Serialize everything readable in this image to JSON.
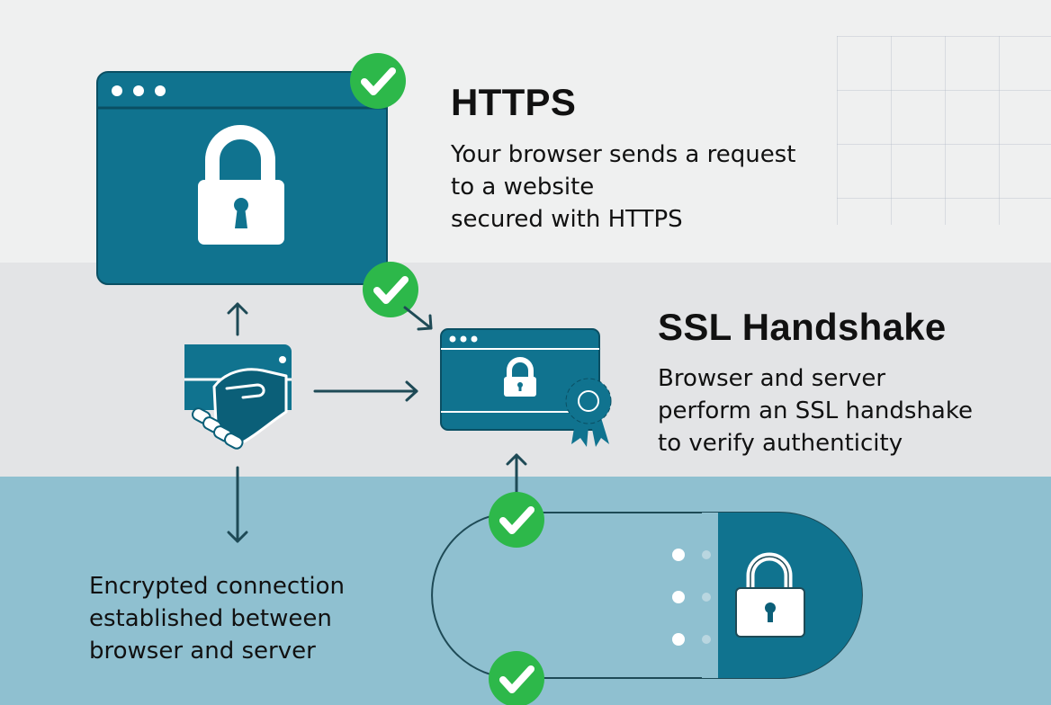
{
  "https": {
    "title": "HTTPS",
    "lines": [
      "Your browser sends a request",
      "to a website",
      "secured with HTTPS"
    ]
  },
  "handshake": {
    "title": "SSL Handshake",
    "lines": [
      "Browser and server",
      "perform an SSL handshake",
      "to verify authenticity"
    ]
  },
  "encrypted": {
    "lines": [
      "Encrypted connection",
      "established between",
      "browser and server"
    ]
  },
  "colors": {
    "teal": "#10738f",
    "dark_teal": "#0b5f78",
    "check_green": "#2db84a",
    "light_teal_band": "#8fc0d0"
  },
  "icons": [
    "browser-window-icon",
    "padlock-icon",
    "handshake-icon",
    "certificate-badge-icon",
    "checkmark-icon",
    "arrow-icon"
  ]
}
